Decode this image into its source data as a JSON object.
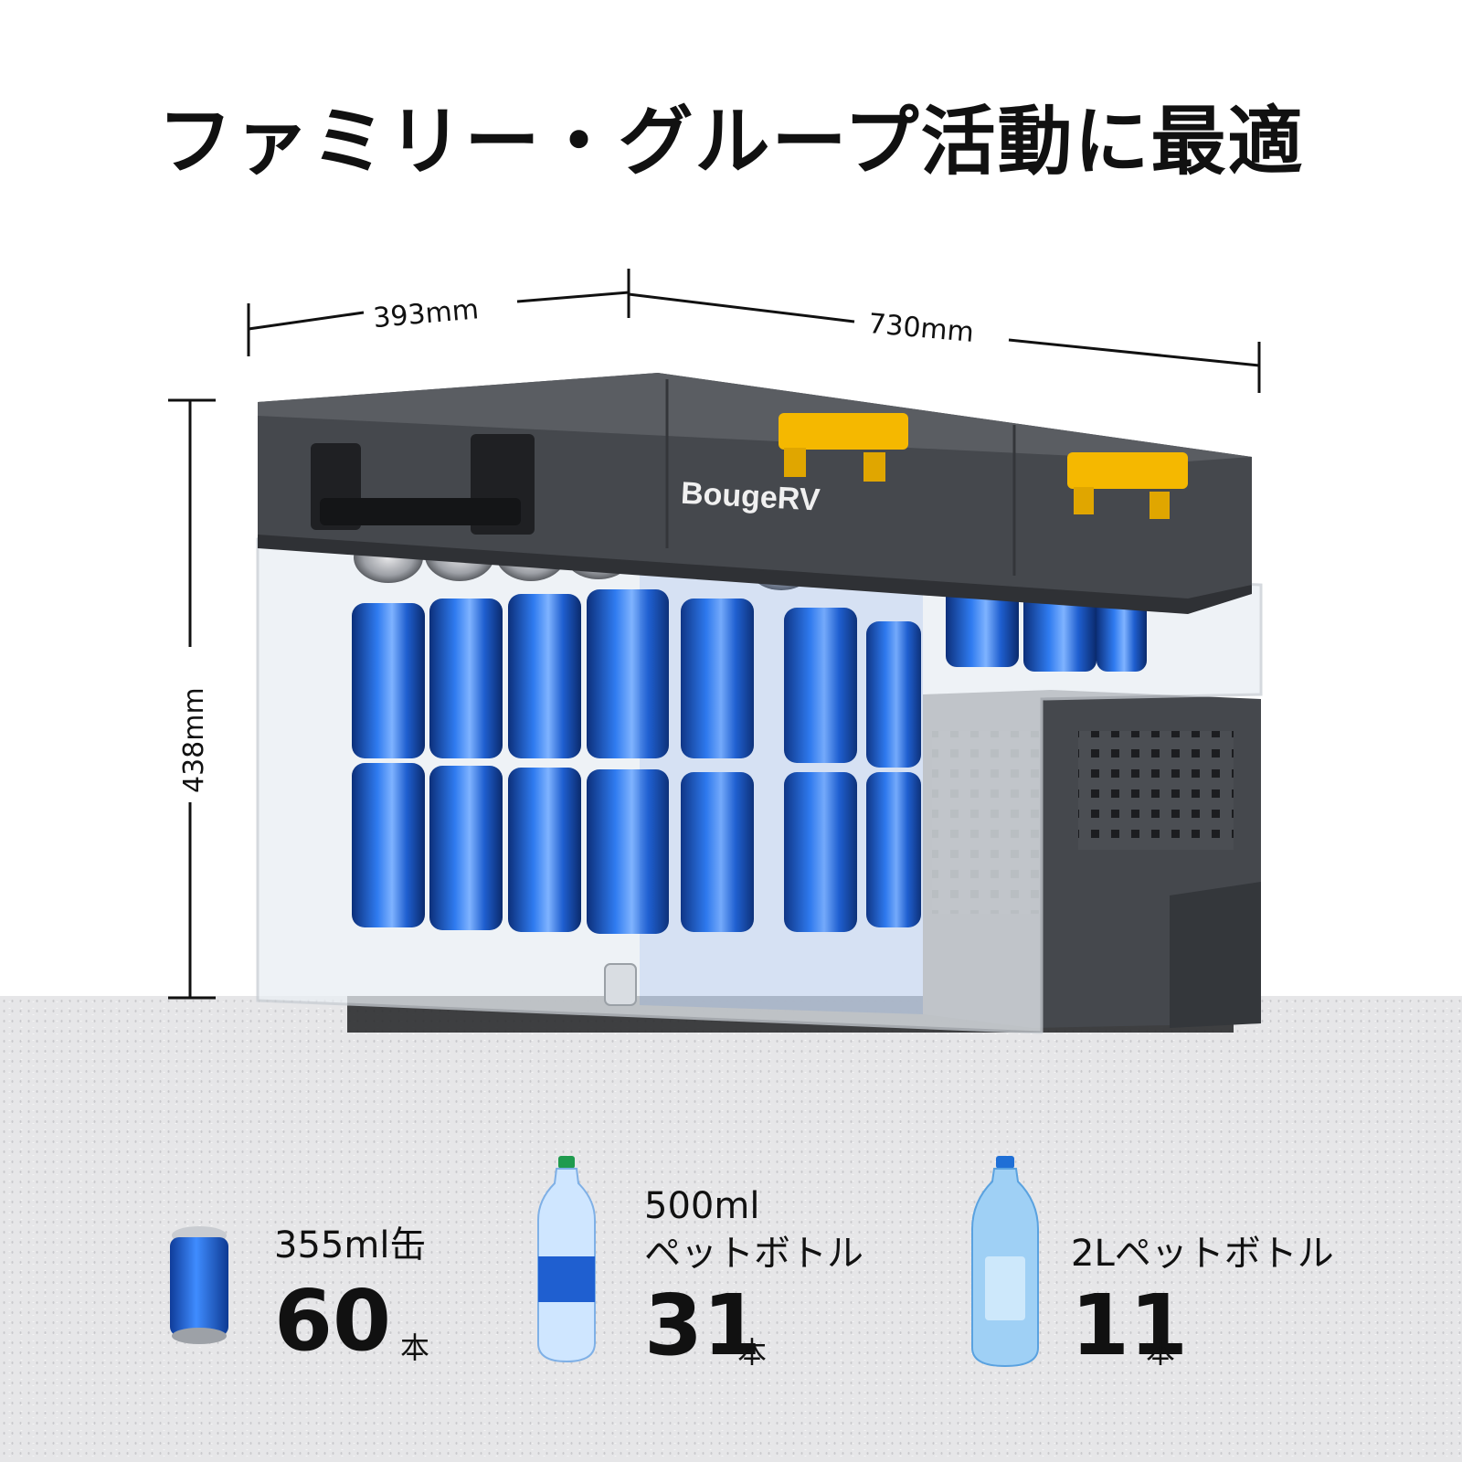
{
  "title": "ファミリー・グループ活動に最適",
  "brand": "BougeRV",
  "dimensions": {
    "depth": "393mm",
    "width": "730mm",
    "height": "438mm"
  },
  "capacities": [
    {
      "item": "355ml缶",
      "count": "60",
      "unit": "本",
      "icon": "can-icon"
    },
    {
      "item_line1": "500ml",
      "item_line2": "ペットボトル",
      "count": "31",
      "unit": "本",
      "icon": "small-bottle-icon"
    },
    {
      "item": "2Lペットボトル",
      "count": "11",
      "unit": "本",
      "icon": "large-bottle-icon"
    }
  ],
  "colors": {
    "latch": "#f5b800",
    "can": "#1f63d6",
    "body": "#4a4d52",
    "lid": "#3d4045"
  }
}
